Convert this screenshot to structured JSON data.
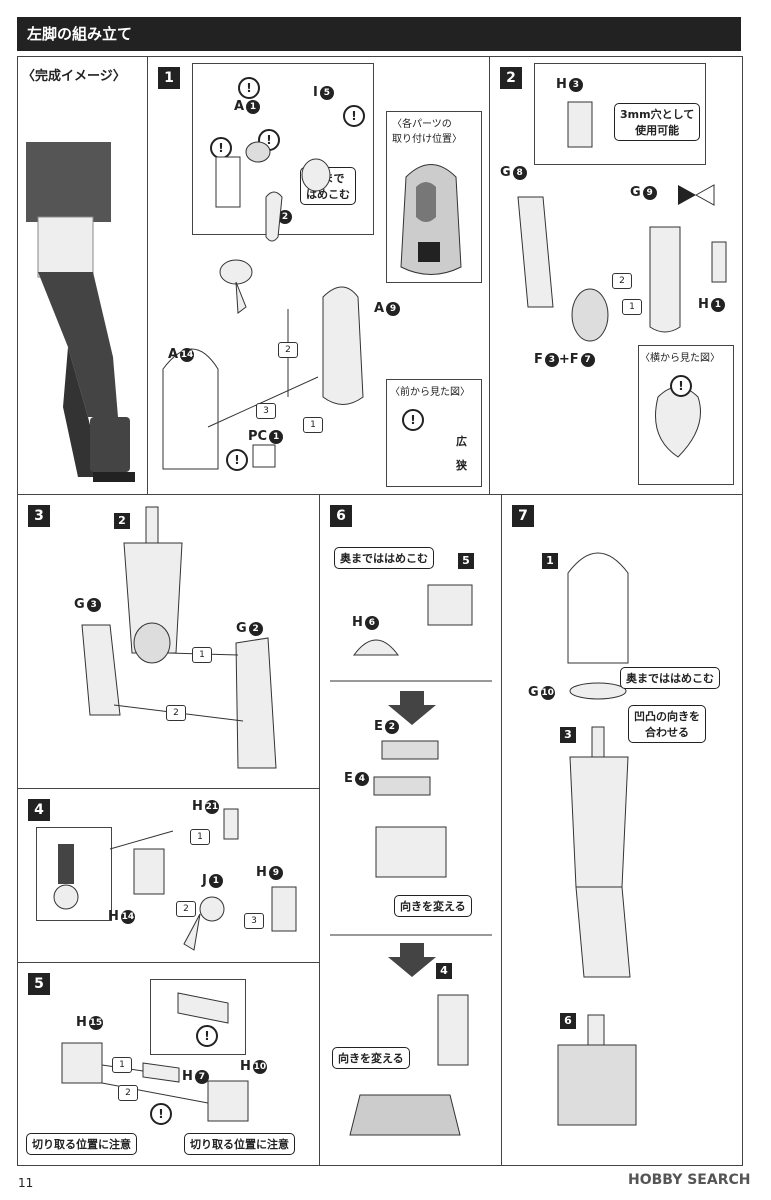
{
  "page": {
    "title": "左脚の組み立て",
    "page_number": "11",
    "watermark": "HOBBY SEARCH"
  },
  "completed": {
    "label": "〈完成イメージ〉"
  },
  "step1": {
    "num": "1",
    "parts": [
      "A",
      "1",
      "A",
      "2",
      "I",
      "5",
      "A",
      "9",
      "A",
      "14",
      "PC",
      "1"
    ],
    "bubble_push": "奥まで\nはめこむ",
    "positions_title": "〈各パーツの\n取り付け位置〉",
    "front_view": "〈前から見た図〉",
    "wide": "広",
    "narrow": "狭",
    "arrows": [
      "2",
      "3",
      "1"
    ]
  },
  "step2": {
    "num": "2",
    "h3": "H",
    "h3n": "3",
    "bubble": "3mm穴として\n使用可能",
    "g8": "G",
    "g8n": "8",
    "g9": "G",
    "g9n": "9",
    "h1": "H",
    "h1n": "1",
    "f": "F",
    "f3": "3",
    "plus": "+F",
    "f7": "7",
    "side_view": "〈横から見た図〉",
    "arrows": [
      "2",
      "1"
    ]
  },
  "step3": {
    "num": "3",
    "ref": "2",
    "g3": "G",
    "g3n": "3",
    "g2": "G",
    "g2n": "2",
    "arrows": [
      "1",
      "2"
    ]
  },
  "step4": {
    "num": "4",
    "h21": "H",
    "h21n": "21",
    "j1": "J",
    "j1n": "1",
    "h9": "H",
    "h9n": "9",
    "h14": "H",
    "h14n": "14",
    "arrows": [
      "1",
      "2",
      "3"
    ]
  },
  "step5": {
    "num": "5",
    "h15": "H",
    "h15n": "15",
    "h7": "H",
    "h7n": "7",
    "h10": "H",
    "h10n": "10",
    "cut1": "切り取る位置に注意",
    "cut2": "切り取る位置に注意",
    "arrows": [
      "1",
      "2"
    ]
  },
  "step6": {
    "num": "6",
    "bubble_push": "奥までははめこむ",
    "ref5": "5",
    "h6": "H",
    "h6n": "6",
    "e2": "E",
    "e2n": "2",
    "e4": "E",
    "e4n": "4",
    "turn1": "向きを変える",
    "ref4": "4",
    "turn2": "向きを変える"
  },
  "step7": {
    "num": "7",
    "ref1": "1",
    "push": "奥までははめこむ",
    "g10": "G",
    "g10n": "10",
    "ref3": "3",
    "align": "凹凸の向きを\n合わせる",
    "ref6": "6"
  }
}
